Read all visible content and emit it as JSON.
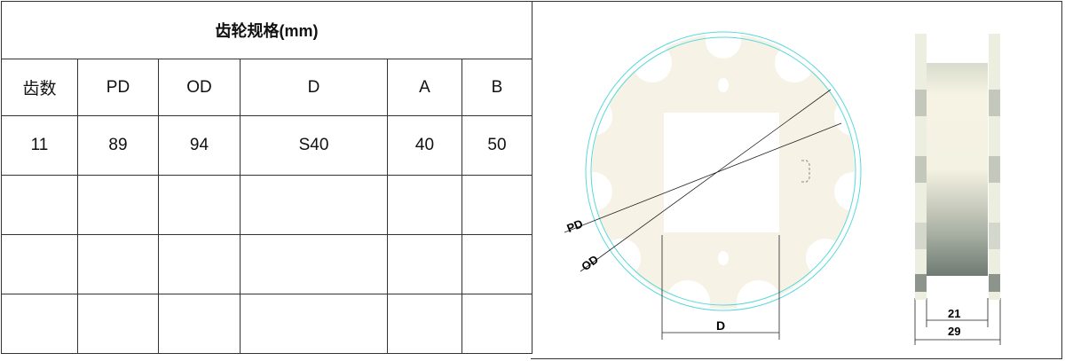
{
  "table": {
    "title": "齿轮规格(mm)",
    "headers": [
      "齿数",
      "PD",
      "OD",
      "D",
      "A",
      "B"
    ],
    "rows": [
      [
        "11",
        "89",
        "94",
        "S40",
        "40",
        "50"
      ],
      [
        "",
        "",
        "",
        "",
        "",
        ""
      ],
      [
        "",
        "",
        "",
        "",
        "",
        ""
      ],
      [
        "",
        "",
        "",
        "",
        "",
        ""
      ]
    ]
  },
  "drawing": {
    "pd_label": "PD",
    "od_label": "OD",
    "d_label": "D",
    "inner_width": "21",
    "outer_width": "29"
  },
  "colors": {
    "gear": "#f6f3e6",
    "outline": "#5ad8dc",
    "line": "#222"
  }
}
